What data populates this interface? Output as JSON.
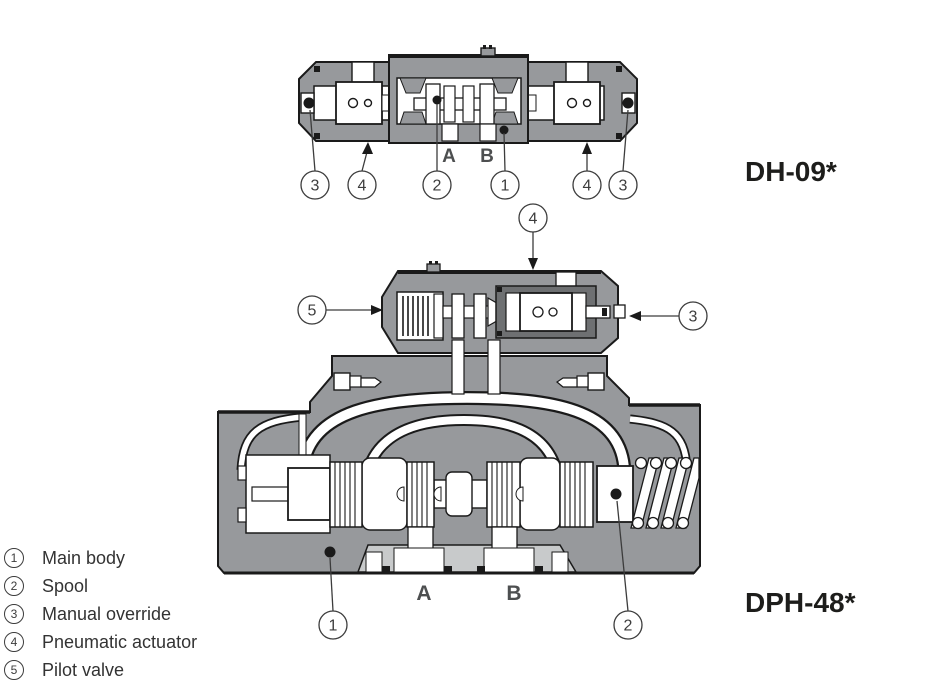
{
  "top_valve": {
    "model": "DH-09*",
    "port_a": "A",
    "port_b": "B",
    "callouts": [
      "3",
      "4",
      "2",
      "1",
      "4",
      "3"
    ]
  },
  "bottom_valve": {
    "model": "DPH-48*",
    "port_a": "A",
    "port_b": "B",
    "callouts": {
      "pilot_valve": "5",
      "pneumatic_actuator": "4",
      "manual_override": "3",
      "main_body": "1",
      "spool": "2"
    }
  },
  "legend": {
    "items": [
      {
        "num": "1",
        "label": "Main body"
      },
      {
        "num": "2",
        "label": "Spool"
      },
      {
        "num": "3",
        "label": "Manual override"
      },
      {
        "num": "4",
        "label": "Pneumatic actuator"
      },
      {
        "num": "5",
        "label": "Pilot valve"
      }
    ]
  },
  "colors": {
    "body_gray": "#97999c",
    "dark_gray": "#6e7072",
    "light_gray": "#c8cacb",
    "outline": "#1a1a1a"
  }
}
